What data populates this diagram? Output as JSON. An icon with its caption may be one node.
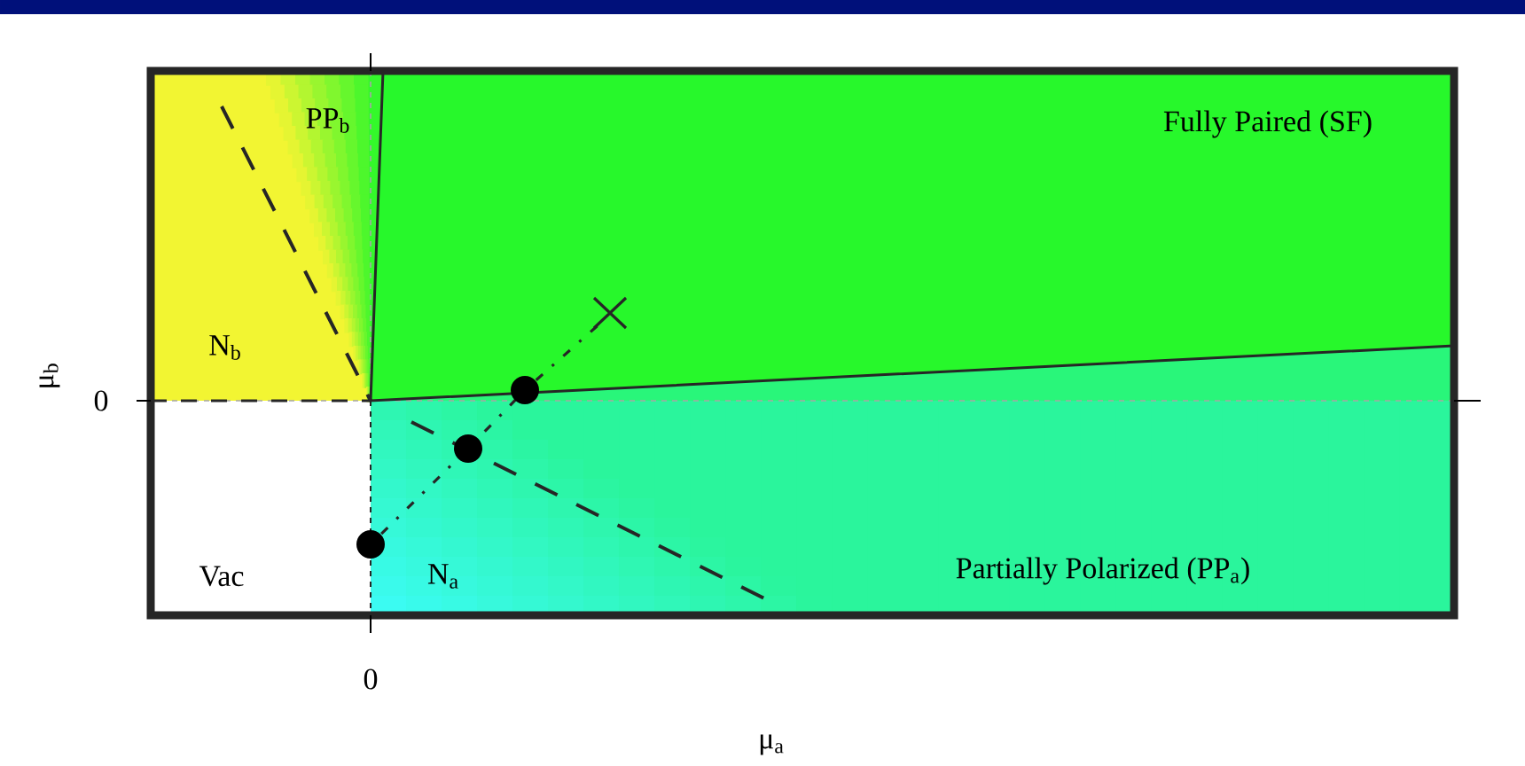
{
  "diagram": {
    "labels": [
      "PP$_{b}$",
      "Fully Paired (SF)",
      "N$_{b}$",
      "0",
      "Vac",
      "N$_{a}$",
      "Partially Polarized (PP$_{a}$)",
      "0",
      "μ$_{b}$",
      "μ$_{a}$"
    ]
  }
}
